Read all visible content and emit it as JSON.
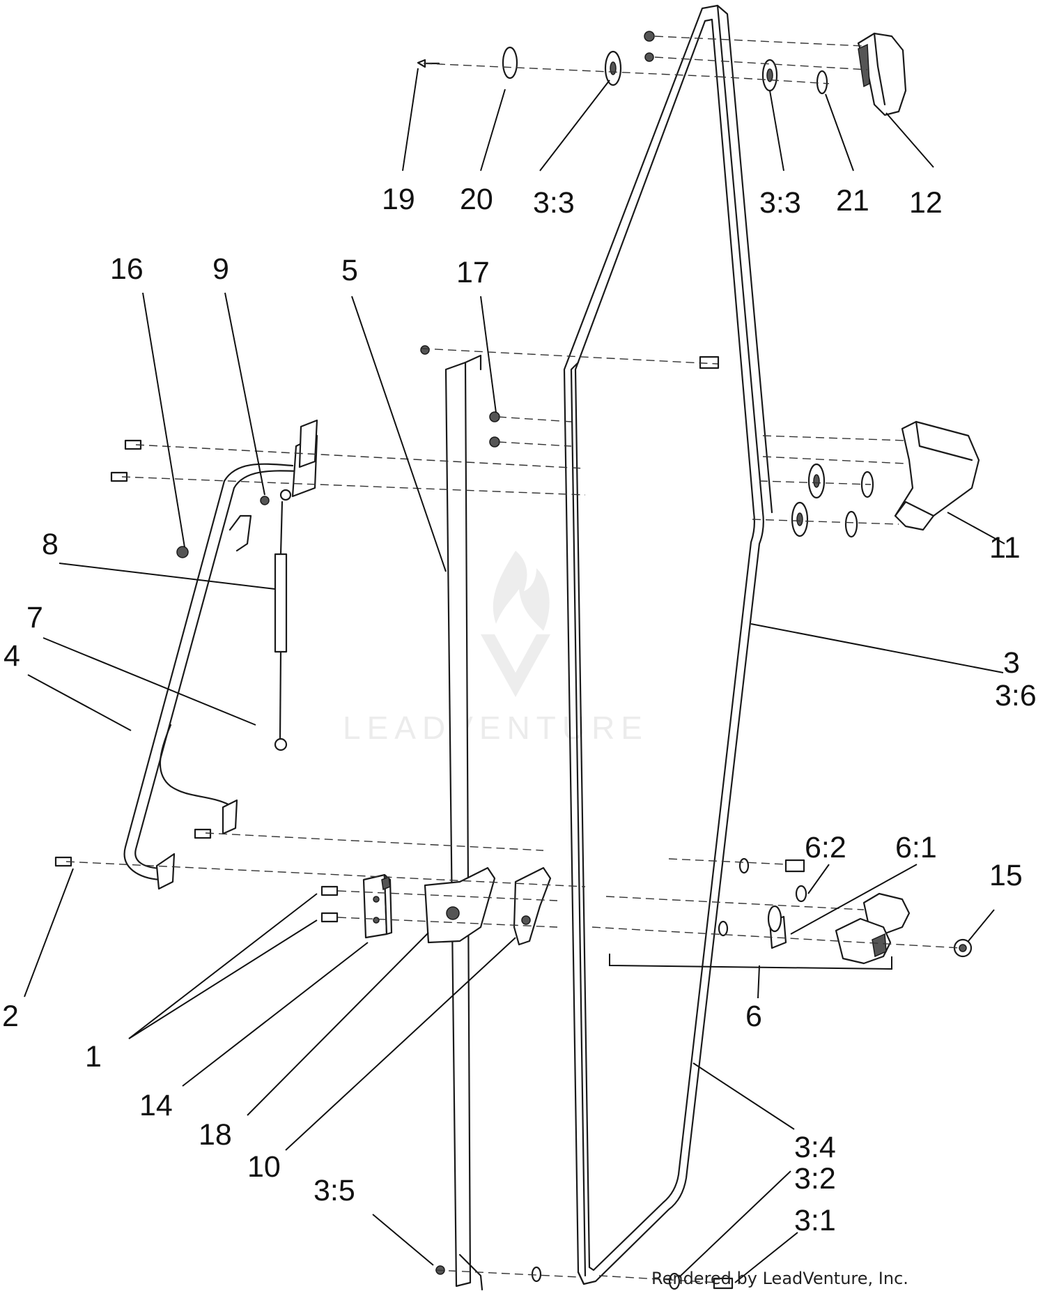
{
  "diagram": {
    "callouts": [
      {
        "id": "c19",
        "text": "19"
      },
      {
        "id": "c20",
        "text": "20"
      },
      {
        "id": "c33a",
        "text": "3:3"
      },
      {
        "id": "c33b",
        "text": "3:3"
      },
      {
        "id": "c21",
        "text": "21"
      },
      {
        "id": "c12",
        "text": "12"
      },
      {
        "id": "c16",
        "text": "16"
      },
      {
        "id": "c9",
        "text": "9"
      },
      {
        "id": "c5",
        "text": "5"
      },
      {
        "id": "c17",
        "text": "17"
      },
      {
        "id": "c8",
        "text": "8"
      },
      {
        "id": "c11",
        "text": "11"
      },
      {
        "id": "c7",
        "text": "7"
      },
      {
        "id": "c4",
        "text": "4"
      },
      {
        "id": "c3",
        "text": "3"
      },
      {
        "id": "c36",
        "text": "3:6"
      },
      {
        "id": "c62",
        "text": "6:2"
      },
      {
        "id": "c61",
        "text": "6:1"
      },
      {
        "id": "c15",
        "text": "15"
      },
      {
        "id": "c2",
        "text": "2"
      },
      {
        "id": "c6",
        "text": "6"
      },
      {
        "id": "c1",
        "text": "1"
      },
      {
        "id": "c14",
        "text": "14"
      },
      {
        "id": "c18",
        "text": "18"
      },
      {
        "id": "c10",
        "text": "10"
      },
      {
        "id": "c34",
        "text": "3:4"
      },
      {
        "id": "c32",
        "text": "3:2"
      },
      {
        "id": "c35",
        "text": "3:5"
      },
      {
        "id": "c31",
        "text": "3:1"
      }
    ],
    "credit": "Rendered by LeadVenture, Inc.",
    "watermark": "LEADVENTURE"
  }
}
